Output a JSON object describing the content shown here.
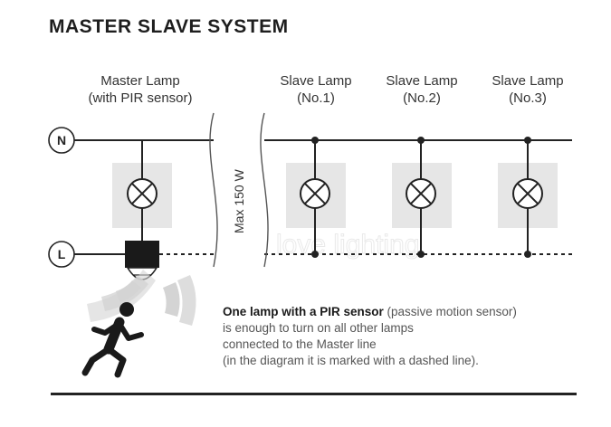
{
  "title": "MASTER SLAVE SYSTEM",
  "lamps": {
    "master": {
      "line1": "Master Lamp",
      "line2": "(with PIR sensor)"
    },
    "slaves": [
      {
        "line1": "Slave Lamp",
        "line2": "(No.1)"
      },
      {
        "line1": "Slave Lamp",
        "line2": "(No.2)"
      },
      {
        "line1": "Slave Lamp",
        "line2": "(No.3)"
      }
    ]
  },
  "terminals": {
    "neutral": "N",
    "live": "L"
  },
  "max_power": "Max 150 W",
  "watermark": "love lighting",
  "description": {
    "lead": "One lamp with a PIR sensor",
    "lead_suffix": " (passive motion sensor)",
    "line2": "is enough to turn on all other lamps",
    "line3": "connected to the Master line",
    "line4": "(in the diagram it is marked with a dashed line)."
  },
  "colors": {
    "wire": "#222222",
    "shade": "#e6e6e6"
  }
}
